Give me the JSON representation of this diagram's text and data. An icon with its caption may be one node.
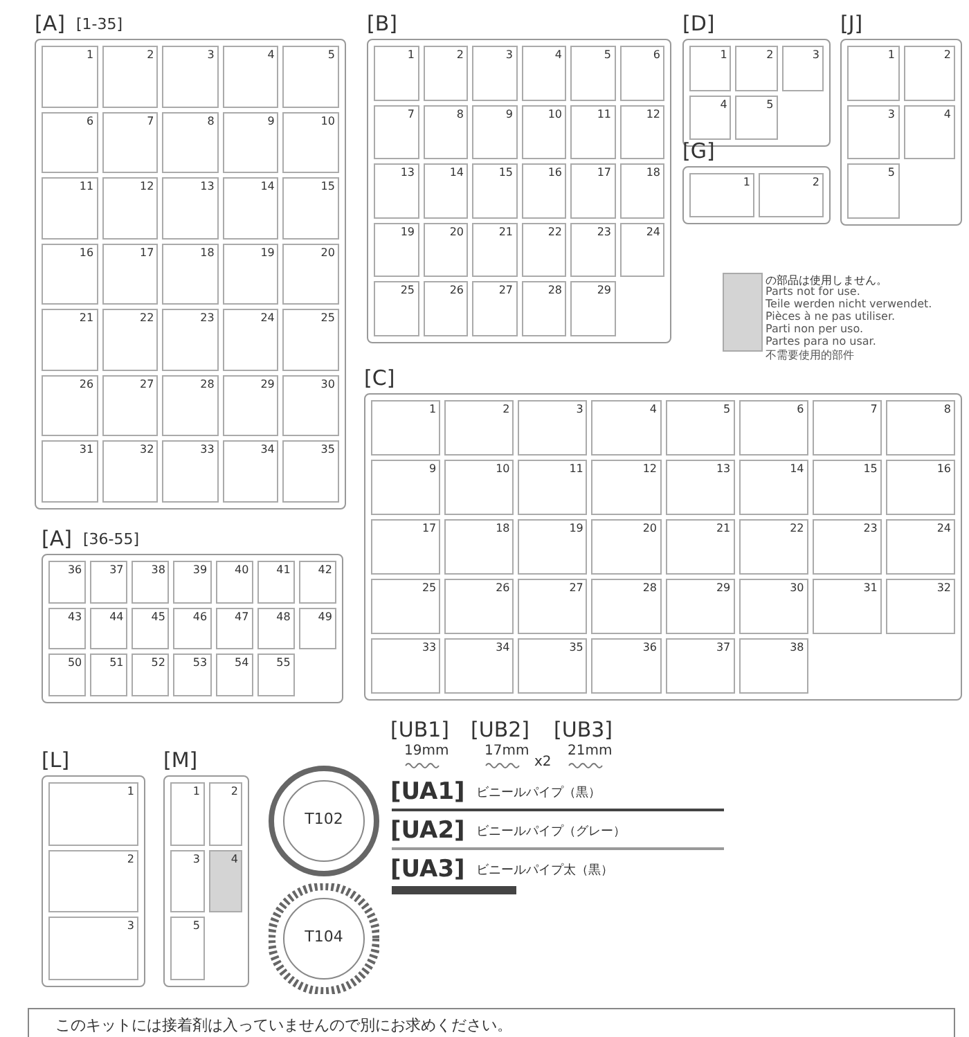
{
  "diagram": {
    "nodes": [
      {
        "text": [
          "[A]",
          "[1-35]",
          "1",
          "2",
          "3",
          "4",
          "5",
          "6",
          "7",
          "8",
          "9",
          "10",
          "11",
          "12",
          "13",
          "14",
          "15",
          "16",
          "17",
          "18",
          "19",
          "20",
          "21",
          "22",
          "23",
          "24",
          "25",
          "26",
          "27",
          "28",
          "29",
          "30",
          "31",
          "32",
          "33",
          "34",
          "35"
        ]
      },
      {
        "text": [
          "[B]",
          "1",
          "2",
          "3",
          "4",
          "5",
          "6",
          "7",
          "8",
          "9",
          "10",
          "11",
          "12",
          "13",
          "14",
          "15",
          "16",
          "17",
          "18",
          "19",
          "20",
          "21",
          "22",
          "23",
          "24",
          "25",
          "26",
          "27",
          "28",
          "29"
        ]
      },
      {
        "text": [
          "[D]",
          "1",
          "2",
          "3",
          "4",
          "5"
        ]
      },
      {
        "text": [
          "[J]",
          "1",
          "2",
          "3",
          "4",
          "5"
        ]
      },
      {
        "text": [
          "[G]",
          "1",
          "2"
        ]
      },
      {
        "text": [
          "[C]",
          "1",
          "2",
          "3",
          "4",
          "5",
          "6",
          "7",
          "8",
          "9",
          "10",
          "11",
          "12",
          "13",
          "14",
          "15",
          "16",
          "17",
          "18",
          "19",
          "20",
          "21",
          "22",
          "23",
          "24",
          "25",
          "26",
          "27",
          "28",
          "29",
          "30",
          "31",
          "32",
          "33",
          "34",
          "35",
          "36",
          "37",
          "38"
        ]
      },
      {
        "text": [
          "[A]",
          "[36-55]",
          "36",
          "37",
          "38",
          "39",
          "40",
          "41",
          "42",
          "43",
          "44",
          "45",
          "46",
          "47",
          "48",
          "49",
          "50",
          "51",
          "52",
          "53",
          "54",
          "55"
        ]
      },
      {
        "text": [
          "[L]",
          "1",
          "2",
          "3"
        ]
      },
      {
        "text": [
          "[M]",
          "1",
          "2",
          "3",
          "4",
          "5"
        ]
      },
      {
        "text": [
          "T102"
        ]
      },
      {
        "text": [
          "T104"
        ]
      },
      {
        "text": [
          "[UB1]"
        ],
        "beside": [
          "19mm"
        ]
      },
      {
        "text": [
          "[UB2]"
        ],
        "beside": [
          "17mm",
          "x2"
        ]
      },
      {
        "text": [
          "[UB3]"
        ],
        "beside": [
          "21mm"
        ]
      },
      {
        "text": [
          "[UA1]"
        ],
        "beside": [
          "ビニールパイプ（黒）"
        ]
      },
      {
        "text": [
          "[UA2]"
        ],
        "beside": [
          "ビニールパイプ（グレー）"
        ]
      },
      {
        "text": [
          "[UA3]"
        ],
        "beside": [
          "ビニールパイプ太（黒）"
        ]
      }
    ],
    "labels": [
      "Parts not for use.",
      "Teile werden nicht verwendet.",
      "Pièces à ne pas utiliser.",
      "Parti non per uso.",
      "Partes para no usar.",
      "不需要使用的部件",
      "このキットには接着剤は入っていませんので別にお求めください。"
    ],
    "legend": [
      {
        "text": "の部品は使用しません。",
        "color": "#d4d4d4"
      }
    ]
  }
}
